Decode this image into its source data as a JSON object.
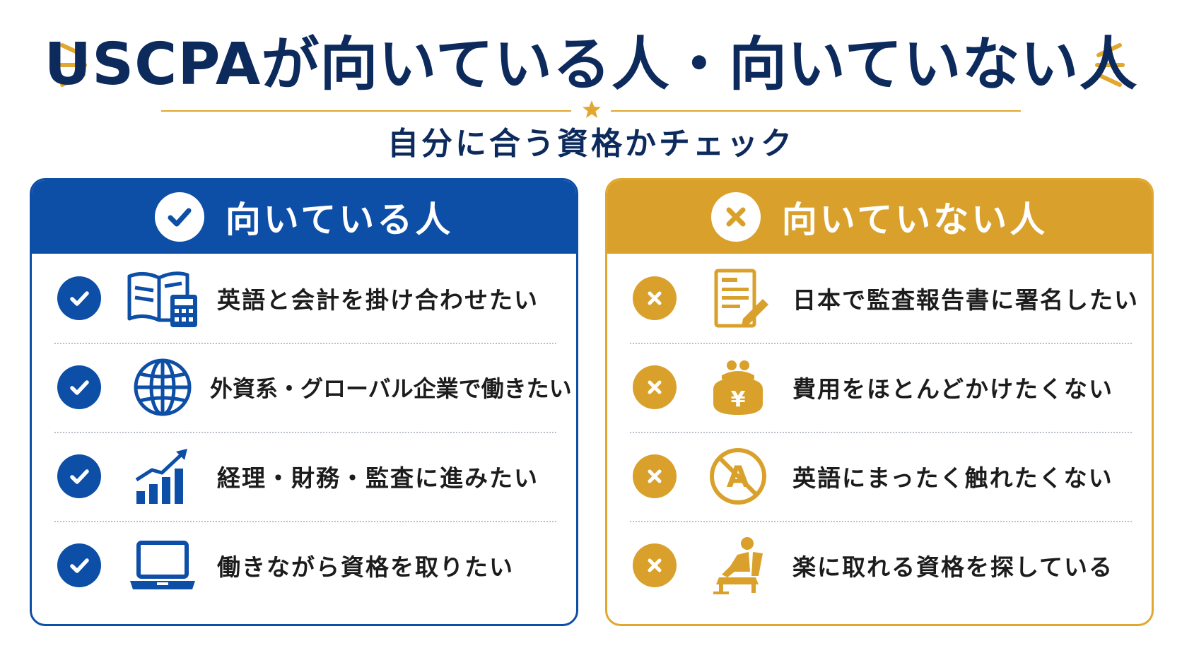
{
  "title": "USCPAが向いている人・向いていない人",
  "subtitle": "自分に合う資格かチェック",
  "colors": {
    "navy": "#0d2a5c",
    "blue": "#0d4ea6",
    "gold": "#d9a12c"
  },
  "good": {
    "heading": "向いている人",
    "items": [
      {
        "icon": "book-calculator-icon",
        "label": "英語と会計を掛け合わせたい"
      },
      {
        "icon": "globe-icon",
        "label": "外資系・グローバル企業で働きたい"
      },
      {
        "icon": "growth-chart-icon",
        "label": "経理・財務・監査に進みたい"
      },
      {
        "icon": "laptop-icon",
        "label": "働きながら資格を取りたい"
      }
    ]
  },
  "bad": {
    "heading": "向いていない人",
    "items": [
      {
        "icon": "document-signature-icon",
        "label": "日本で監査報告書に署名したい"
      },
      {
        "icon": "yen-purse-icon",
        "label": "費用をほとんどかけたくない"
      },
      {
        "icon": "no-english-icon",
        "label": "英語にまったく触れたくない"
      },
      {
        "icon": "person-relaxing-icon",
        "label": "楽に取れる資格を探している"
      }
    ]
  }
}
